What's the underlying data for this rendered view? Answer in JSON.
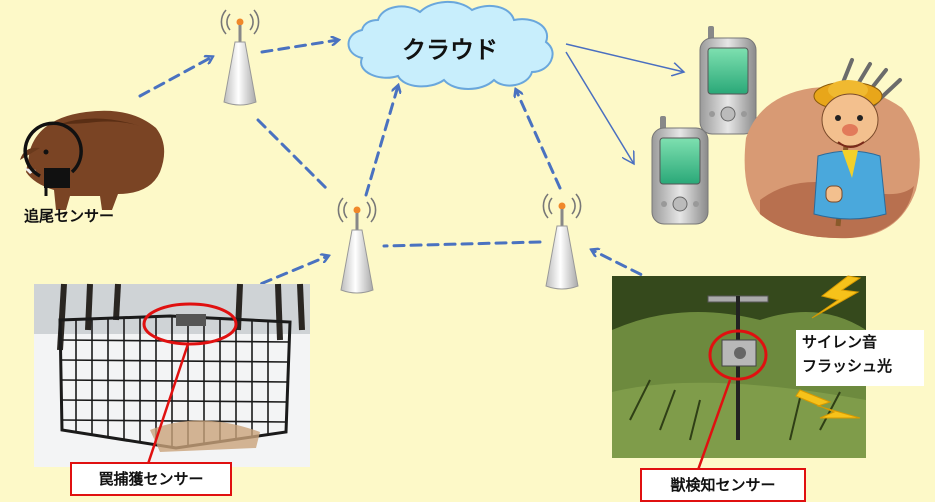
{
  "cloud": {
    "label": "クラウド"
  },
  "labels": {
    "tracking_sensor": "追尾センサー",
    "trap_sensor": "罠捕獲センサー",
    "beast_sensor": "獣検知センサー",
    "siren": "サイレン音",
    "flash": "フラッシュ光"
  },
  "colors": {
    "background": "#fdf9c8",
    "dashed_arrow": "#4a72c0",
    "thin_arrow": "#4a6fc0",
    "cloud_fill": "#c8eefc",
    "cloud_stroke": "#6aa7dc",
    "highlight": "#e01010",
    "lightning": "#f6c21a"
  }
}
